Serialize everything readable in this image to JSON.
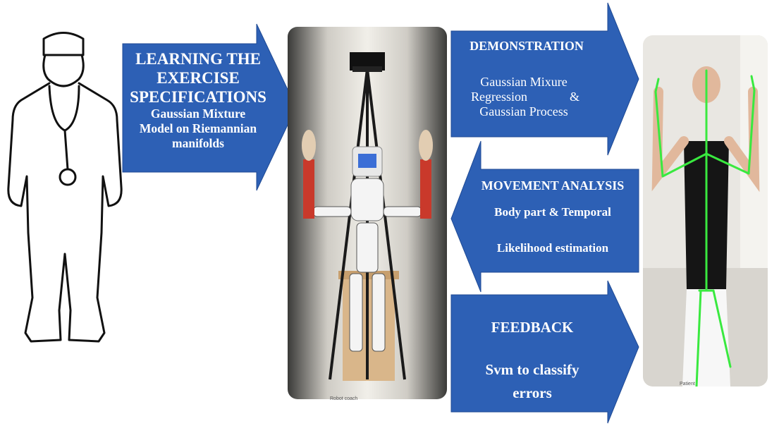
{
  "colors": {
    "arrow_fill": "#2d60b5",
    "arrow_stroke": "#1f4a94",
    "text": "#ffffff",
    "skeleton": "#39e93f"
  },
  "learning": {
    "title_line1": "LEARNING THE",
    "title_line2": "EXERCISE",
    "title_line3": "SPECIFICATIONS",
    "body_line1": "Gaussian Mixture",
    "body_line2": "Model on Riemannian",
    "body_line3": "manifolds"
  },
  "demonstration": {
    "title": "DEMONSTRATION",
    "line1": "Gaussian Mixure",
    "line2a": "Regression",
    "line2b": "&",
    "line3": "Gaussian Process"
  },
  "movement": {
    "title": "MOVEMENT ANALYSIS",
    "line1": "Body part & Temporal",
    "line2": "Likelihood estimation"
  },
  "feedback": {
    "title": "FEEDBACK",
    "line1": "Svm to classify",
    "line2": "errors"
  },
  "captions": {
    "robot": "Robot coach",
    "patient": "Patient"
  },
  "icons": {
    "doctor": "doctor-outline-icon",
    "robot": "humanoid-robot-icon",
    "patient": "patient-skeleton-icon"
  }
}
